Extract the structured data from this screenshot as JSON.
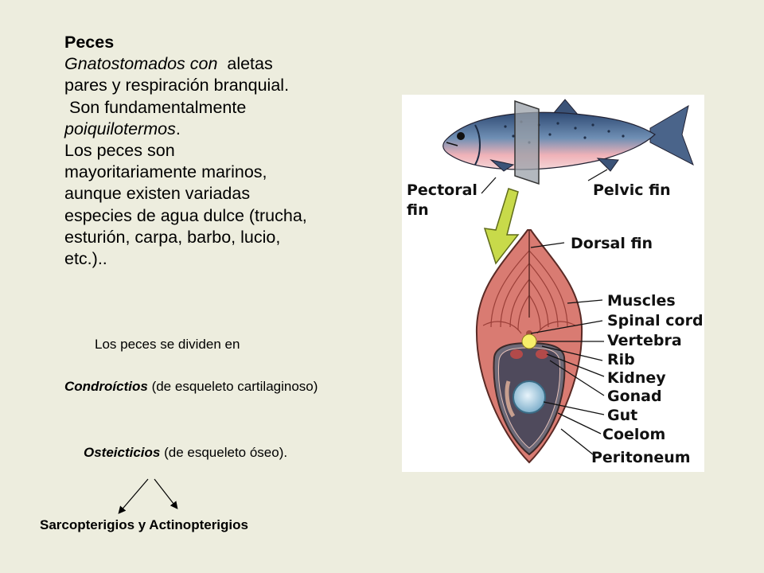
{
  "intro": {
    "title": "Peces",
    "line1_italic": "Gnatostomados con",
    "line1_rest": "  aletas",
    "line2": "pares y respiración branquial.",
    "line3": " Son fundamentalmente",
    "line4_italic": "poiquilotermos",
    "line4_rest": ".",
    "line5": "Los peces son",
    "line6": "mayoritariamente marinos,",
    "line7": "aunque existen variadas",
    "line8": "especies de agua dulce (trucha,",
    "line9": "esturión, carpa, barbo, lucio,",
    "line10": "etc.).."
  },
  "classification": {
    "divide_text": "Los peces se dividen en",
    "condro_name": "Condroíctios",
    "condro_desc": " (de esqueleto cartilaginoso)",
    "osteo_name": "Osteicticios",
    "osteo_desc": " (de esqueleto óseo).",
    "subgroups": "Sarcopterigios y Actinopterigios"
  },
  "figure": {
    "labels": {
      "pectoral_1": "Pectoral",
      "pectoral_2": "fin",
      "pelvic": "Pelvic fin",
      "dorsal": "Dorsal fin",
      "muscles": "Muscles",
      "spinal_cord": "Spinal cord",
      "vertebra": "Vertebra",
      "rib": "Rib",
      "kidney": "Kidney",
      "gonad": "Gonad",
      "gut": "Gut",
      "coelom": "Coelom",
      "peritoneum": "Peritoneum"
    }
  }
}
